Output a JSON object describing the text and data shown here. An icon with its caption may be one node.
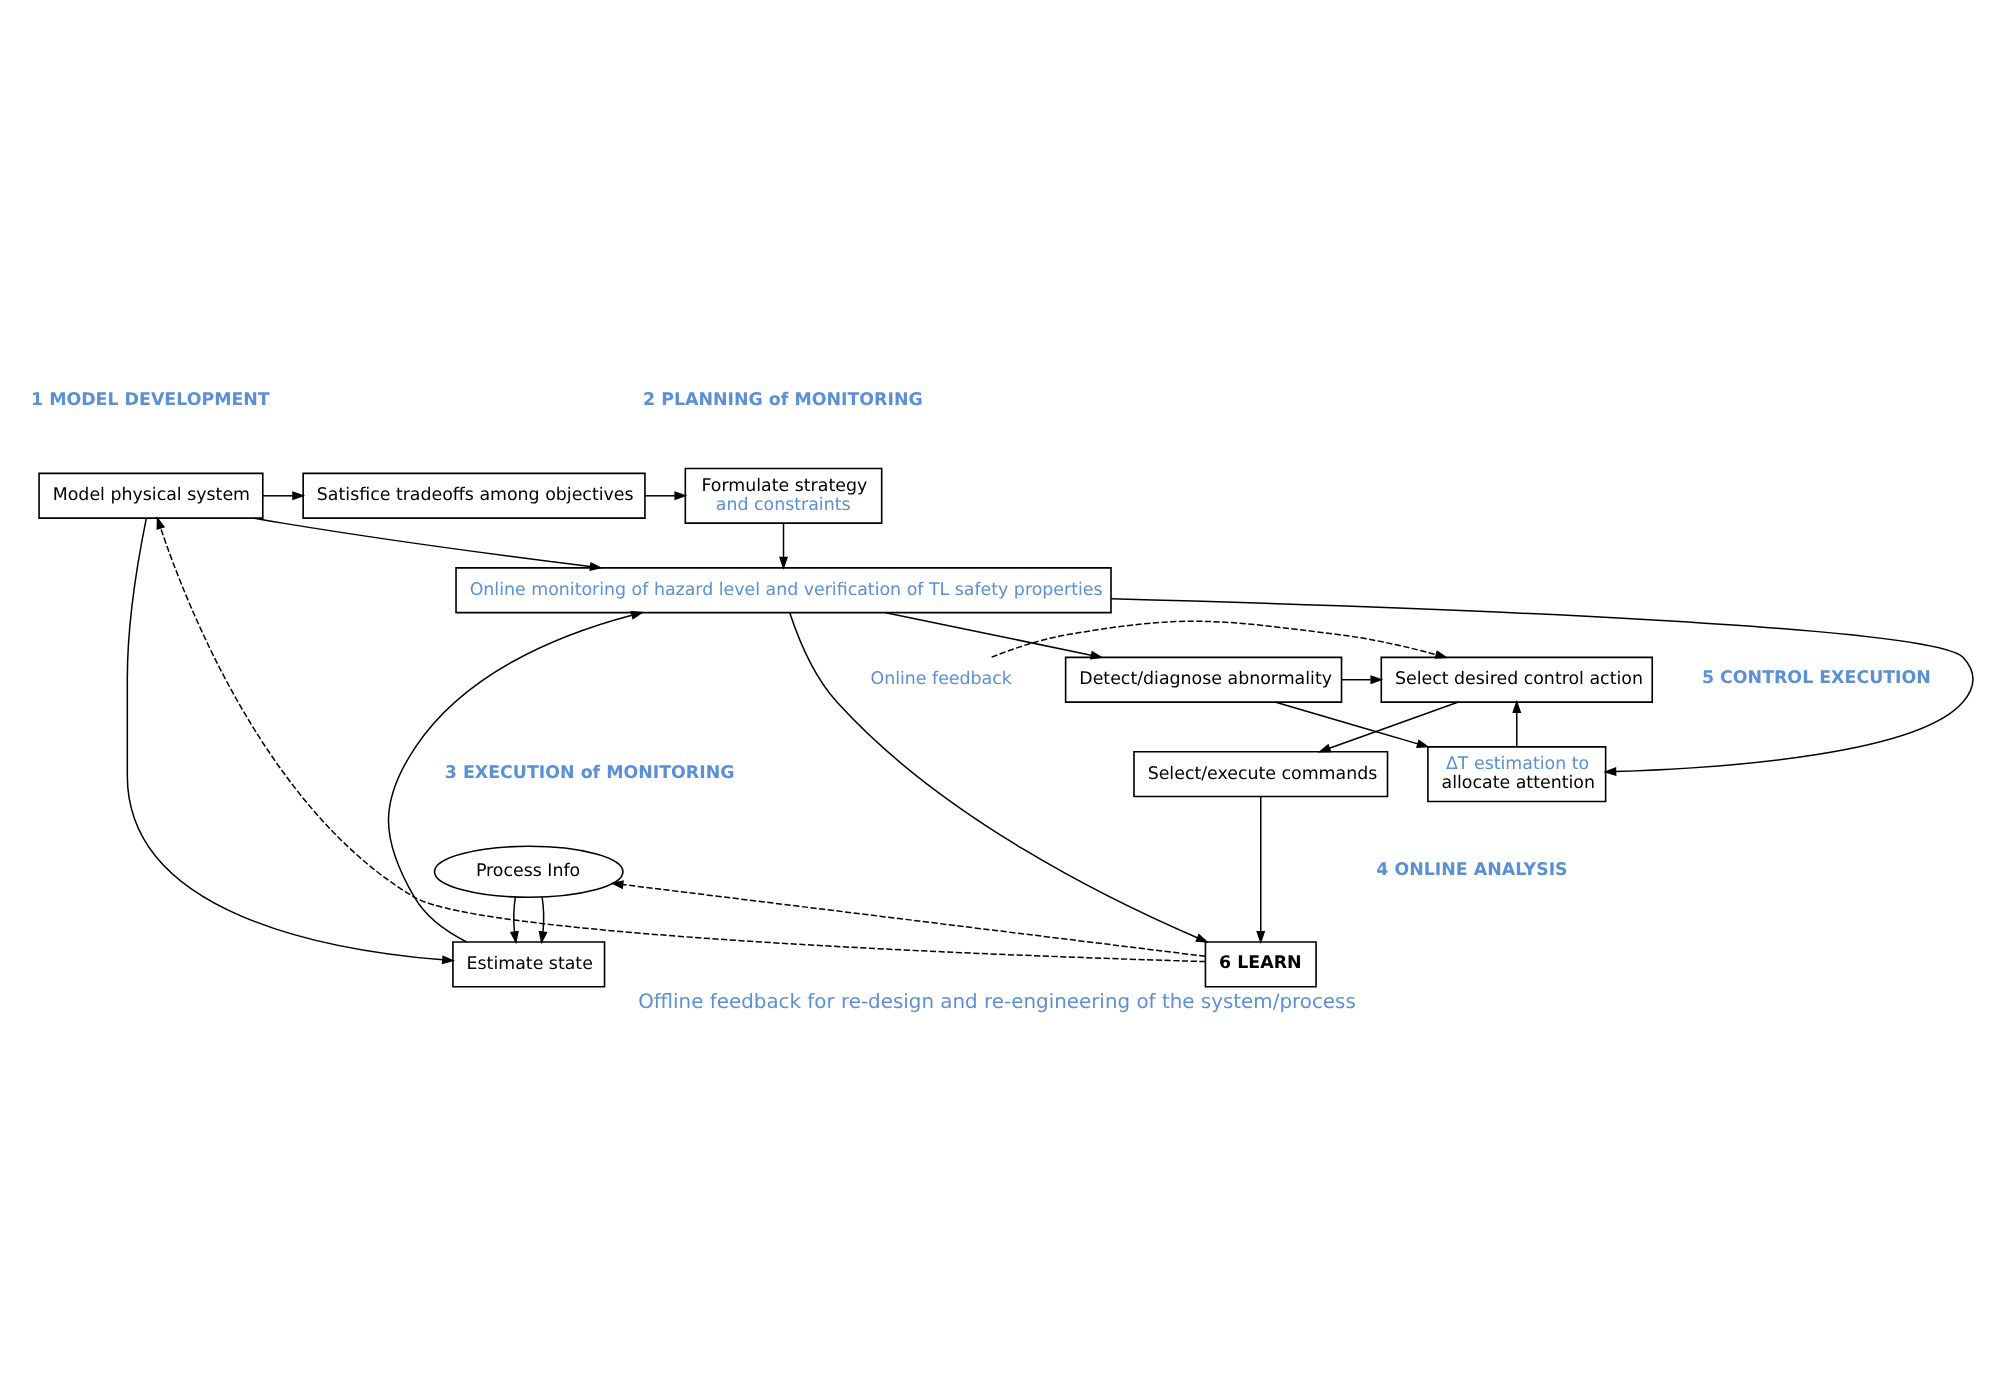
{
  "diagram": {
    "caption": "Offline feedback for re-design and re-engineering of the system/process",
    "nodes": [
      {
        "text": [
          "Model physical system"
        ]
      },
      {
        "text": [
          "Satisfice tradeoffs among objectives"
        ]
      },
      {
        "text": [
          "Formulate strategy",
          "and constraints"
        ]
      },
      {
        "text": [
          "Online monitoring of hazard level and verification of TL safety properties"
        ]
      },
      {
        "text": [
          "Detect/diagnose abnormality"
        ]
      },
      {
        "text": [
          "ΔT estimation to",
          "allocate attention"
        ]
      },
      {
        "text": [
          "Select desired control action"
        ]
      },
      {
        "text": [
          "Select/execute commands"
        ]
      },
      {
        "text": [
          "Estimate state"
        ]
      },
      {
        "text": [
          "Process Info"
        ]
      },
      {
        "text": [
          "6 LEARN"
        ]
      },
      {
        "text": [
          "Online feedback"
        ]
      }
    ],
    "edges": [
      {
        "from": 0,
        "to": 1,
        "arrow": "to"
      },
      {
        "from": 1,
        "to": 2,
        "arrow": "to"
      },
      {
        "from": 0,
        "to": 3,
        "arrow": "to"
      },
      {
        "from": 2,
        "to": 3,
        "arrow": "to"
      },
      {
        "from": 0,
        "to": 8,
        "arrow": "to"
      },
      {
        "from": 8,
        "to": 3,
        "arrow": "to"
      },
      {
        "from": 3,
        "to": 4,
        "arrow": "to"
      },
      {
        "from": 3,
        "to": 5,
        "arrow": "to"
      },
      {
        "from": 3,
        "to": 10,
        "arrow": "to"
      },
      {
        "from": 4,
        "to": 5,
        "arrow": "to"
      },
      {
        "from": 4,
        "to": 6,
        "arrow": "to"
      },
      {
        "from": 5,
        "to": 6,
        "arrow": "to"
      },
      {
        "from": 6,
        "to": 7,
        "arrow": "to"
      },
      {
        "from": 7,
        "to": 10,
        "arrow": "to"
      },
      {
        "from": 9,
        "to": 8,
        "arrow": "to"
      },
      {
        "from": 9,
        "to": 8,
        "arrow": "to"
      },
      {
        "from": 10,
        "to": 0,
        "arrow": "to",
        "style": "dashed"
      },
      {
        "from": 10,
        "to": 9,
        "arrow": "to",
        "style": "dashed"
      },
      {
        "from": 11,
        "to": 6,
        "arrow": "to",
        "style": "dashed"
      }
    ],
    "labels": [
      "1 MODEL DEVELOPMENT",
      "2 PLANNING of MONITORING",
      "3 EXECUTION of MONITORING",
      "4 ONLINE ANALYSIS",
      "5 CONTROL EXECUTION"
    ]
  }
}
